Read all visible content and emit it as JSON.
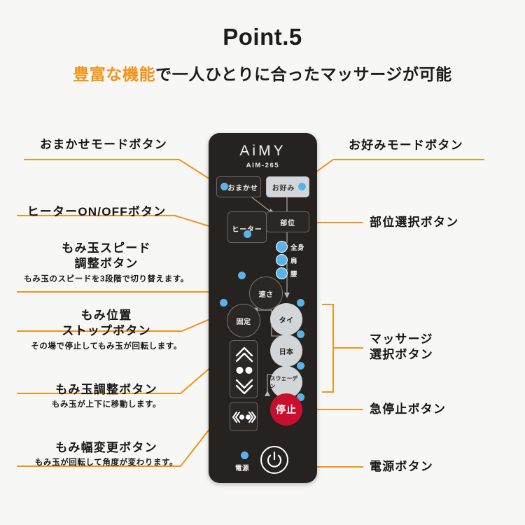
{
  "page": {
    "background_color": "#f7f7f5",
    "accent_color": "#f39318",
    "title": "Point.5",
    "subtitle_highlight": "豊富な機能",
    "subtitle_rest": "で一人ひとりに合ったマッサージが可能"
  },
  "callouts_left": [
    {
      "id": "auto-mode",
      "main": "おまかせモードボタン",
      "sub": ""
    },
    {
      "id": "heater-onoff",
      "main": "ヒーターON/OFFボタン",
      "sub": ""
    },
    {
      "id": "kneading-speed",
      "main_line1": "もみ玉スピード",
      "main_line2": "調整ボタン",
      "sub": "もみ玉のスピードを3段階で切り替えます。"
    },
    {
      "id": "kneading-position-stop",
      "main_line1": "もみ位置",
      "main_line2": "ストップボタン",
      "sub": "その場で停止してもみ玉が回転します。"
    },
    {
      "id": "kneading-adjust",
      "main": "もみ玉調整ボタン",
      "sub": "もみ玉が上下に移動します。"
    },
    {
      "id": "kneading-width",
      "main": "もみ幅変更ボタン",
      "sub": "もみ玉が回転して角度が変わります。"
    }
  ],
  "callouts_right": [
    {
      "id": "favorite-mode",
      "main": "お好みモードボタン"
    },
    {
      "id": "area-select",
      "main": "部位選択ボタン"
    },
    {
      "id": "massage-select",
      "main_line1": "マッサージ",
      "main_line2": "選択ボタン"
    },
    {
      "id": "emergency-stop",
      "main": "急停止ボタン"
    },
    {
      "id": "power",
      "main": "電源ボタン"
    }
  ],
  "remote": {
    "brand": "AiMY",
    "model": "AIM-265",
    "body_color": "#262220",
    "led_color": "#5ab3e8",
    "stop_color": "#c8102e",
    "buttons": {
      "auto": "おまかせ",
      "favorite": "お好み",
      "heater": "ヒーター",
      "area": "部位",
      "speed": "速さ",
      "fix": "固定",
      "stop": "停止"
    },
    "area_indicators": [
      "全身",
      "肩",
      "腰"
    ],
    "massage_modes": [
      "タイ",
      "日本",
      "スウェーデン"
    ],
    "power_label": "電源",
    "power_icon": "power-icon"
  }
}
